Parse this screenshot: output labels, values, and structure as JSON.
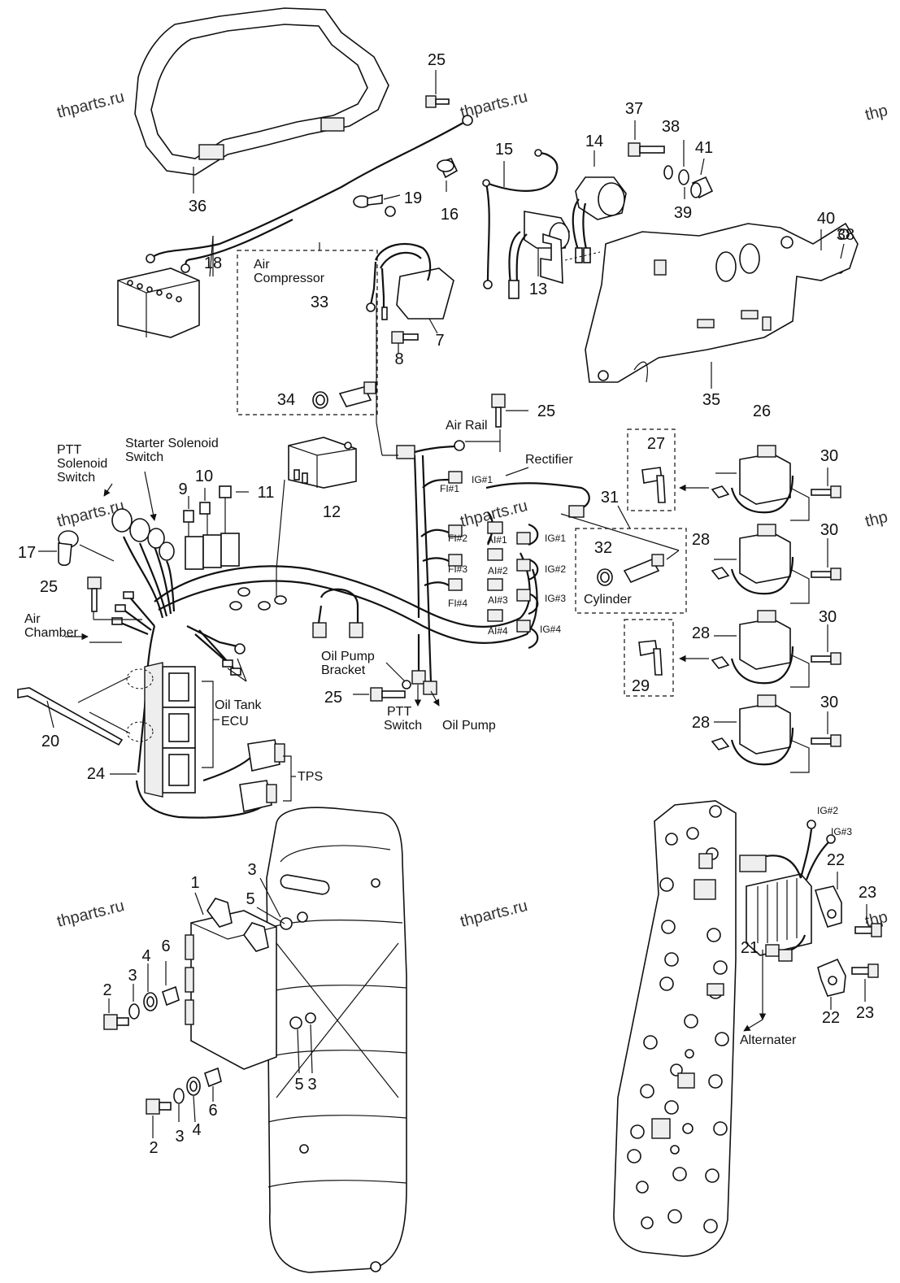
{
  "watermarks": [
    "thparts.ru",
    "thparts.ru",
    "thparts.ru",
    "thparts.ru",
    "thparts.ru",
    "thparts.ru",
    "thp",
    "thp",
    "thp"
  ],
  "callouts": {
    "n1": "1",
    "n2a": "2",
    "n2b": "2",
    "n3a": "3",
    "n3b": "3",
    "n3c": "3",
    "n3d": "3",
    "n4a": "4",
    "n4b": "4",
    "n5a": "5",
    "n5b": "5",
    "n6a": "6",
    "n6b": "6",
    "n7": "7",
    "n8": "8",
    "n9": "9",
    "n10": "10",
    "n11": "11",
    "n12": "12",
    "n13": "13",
    "n14": "14",
    "n15": "15",
    "n16": "16",
    "n17": "17",
    "n18": "18",
    "n19": "19",
    "n20": "20",
    "n21": "21",
    "n22a": "22",
    "n22b": "22",
    "n23a": "23",
    "n23b": "23",
    "n24": "24",
    "n25a": "25",
    "n25b": "25",
    "n25c": "25",
    "n25d": "25",
    "n26": "26",
    "n27": "27",
    "n28a": "28",
    "n28b": "28",
    "n28c": "28",
    "n29": "29",
    "n30a": "30",
    "n30b": "30",
    "n30c": "30",
    "n30d": "30",
    "n31": "31",
    "n32": "32",
    "n33": "33",
    "n34": "34",
    "n35": "35",
    "n36": "36",
    "n37": "37",
    "n38a": "38",
    "n38b": "38",
    "n39": "39",
    "n40": "40",
    "n41": "41"
  },
  "labels": {
    "air1": "Air",
    "compressor": "Compressor",
    "air_rail": "Air Rail",
    "rectifier": "Rectifier",
    "ptt1": "PTT",
    "solenoid": "Solenoid",
    "switch1": "Switch",
    "starter_solenoid": "Starter Solenoid",
    "switch2": "Switch",
    "air2": "Air",
    "chamber": "Chamber",
    "oil_pump1": "Oil Pump",
    "bracket": "Bracket",
    "ptt2": "PTT",
    "switch3": "Switch",
    "oil_pump2": "Oil Pump",
    "oil_tank": "Oil Tank",
    "ecu": "ECU",
    "tps": "TPS",
    "cylinder": "Cylinder",
    "alternater": "Alternater",
    "fi1": "FI#1",
    "fi2": "FI#2",
    "fi3": "FI#3",
    "fi4": "FI#4",
    "ai1": "AI#1",
    "ai2": "AI#2",
    "ai3": "AI#3",
    "ai4": "AI#4",
    "ig1a": "IG#1",
    "ig1b": "IG#1",
    "ig2a": "IG#2",
    "ig3a": "IG#3",
    "ig4": "IG#4",
    "ig2b": "IG#2",
    "ig3b": "IG#3"
  }
}
